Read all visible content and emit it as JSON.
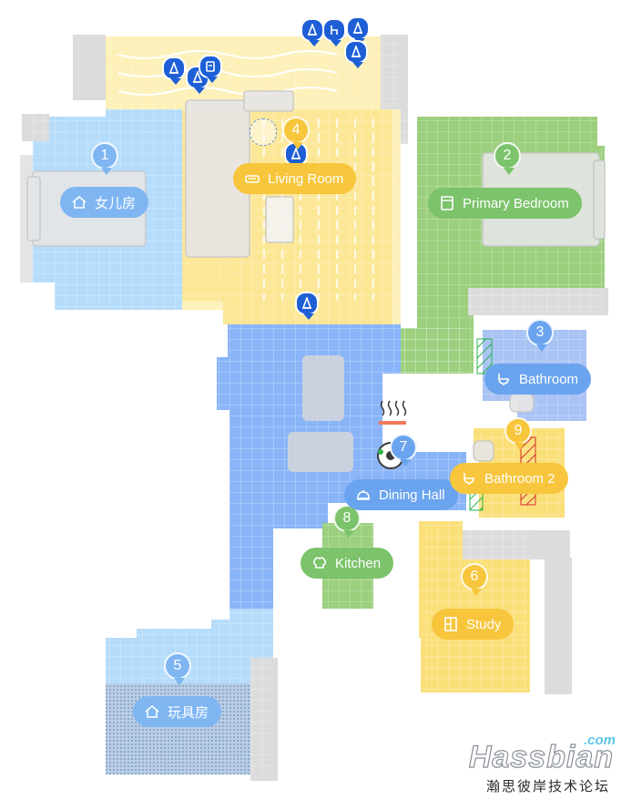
{
  "colors": {
    "blue": "#8ab4f8",
    "lightblue": "#b6dcfb",
    "green": "#9ccf7e",
    "yellow": "#fbe07a",
    "paleyellow": "#fdf0b8",
    "wall": "#d8d8d8",
    "label_blue": "#6aa4ee",
    "label_green": "#7cc36b",
    "label_yellow": "#f7c63c",
    "obstacle": "#1e5fd6"
  },
  "rooms": [
    {
      "id": "1",
      "name": "女儿房",
      "icon": "home-icon",
      "color": "lightblue"
    },
    {
      "id": "2",
      "name": "Primary Bedroom",
      "icon": "wardrobe-icon",
      "color": "green"
    },
    {
      "id": "3",
      "name": "Bathroom",
      "icon": "toilet-icon",
      "color": "blue"
    },
    {
      "id": "4",
      "name": "Living Room",
      "icon": "sofa-icon",
      "color": "yellow"
    },
    {
      "id": "5",
      "name": "玩具房",
      "icon": "home-icon",
      "color": "lightblue"
    },
    {
      "id": "6",
      "name": "Study",
      "icon": "bookshelf-icon",
      "color": "yellow"
    },
    {
      "id": "7",
      "name": "Dining Hall",
      "icon": "dining-icon",
      "color": "blue"
    },
    {
      "id": "8",
      "name": "Kitchen",
      "icon": "chef-icon",
      "color": "green"
    },
    {
      "id": "9",
      "name": "Bathroom 2",
      "icon": "toilet-icon",
      "color": "yellow"
    }
  ],
  "watermark": {
    "domain_suffix": ".com",
    "brand": "Hassbian",
    "tagline": "瀚思彼岸技术论坛"
  }
}
